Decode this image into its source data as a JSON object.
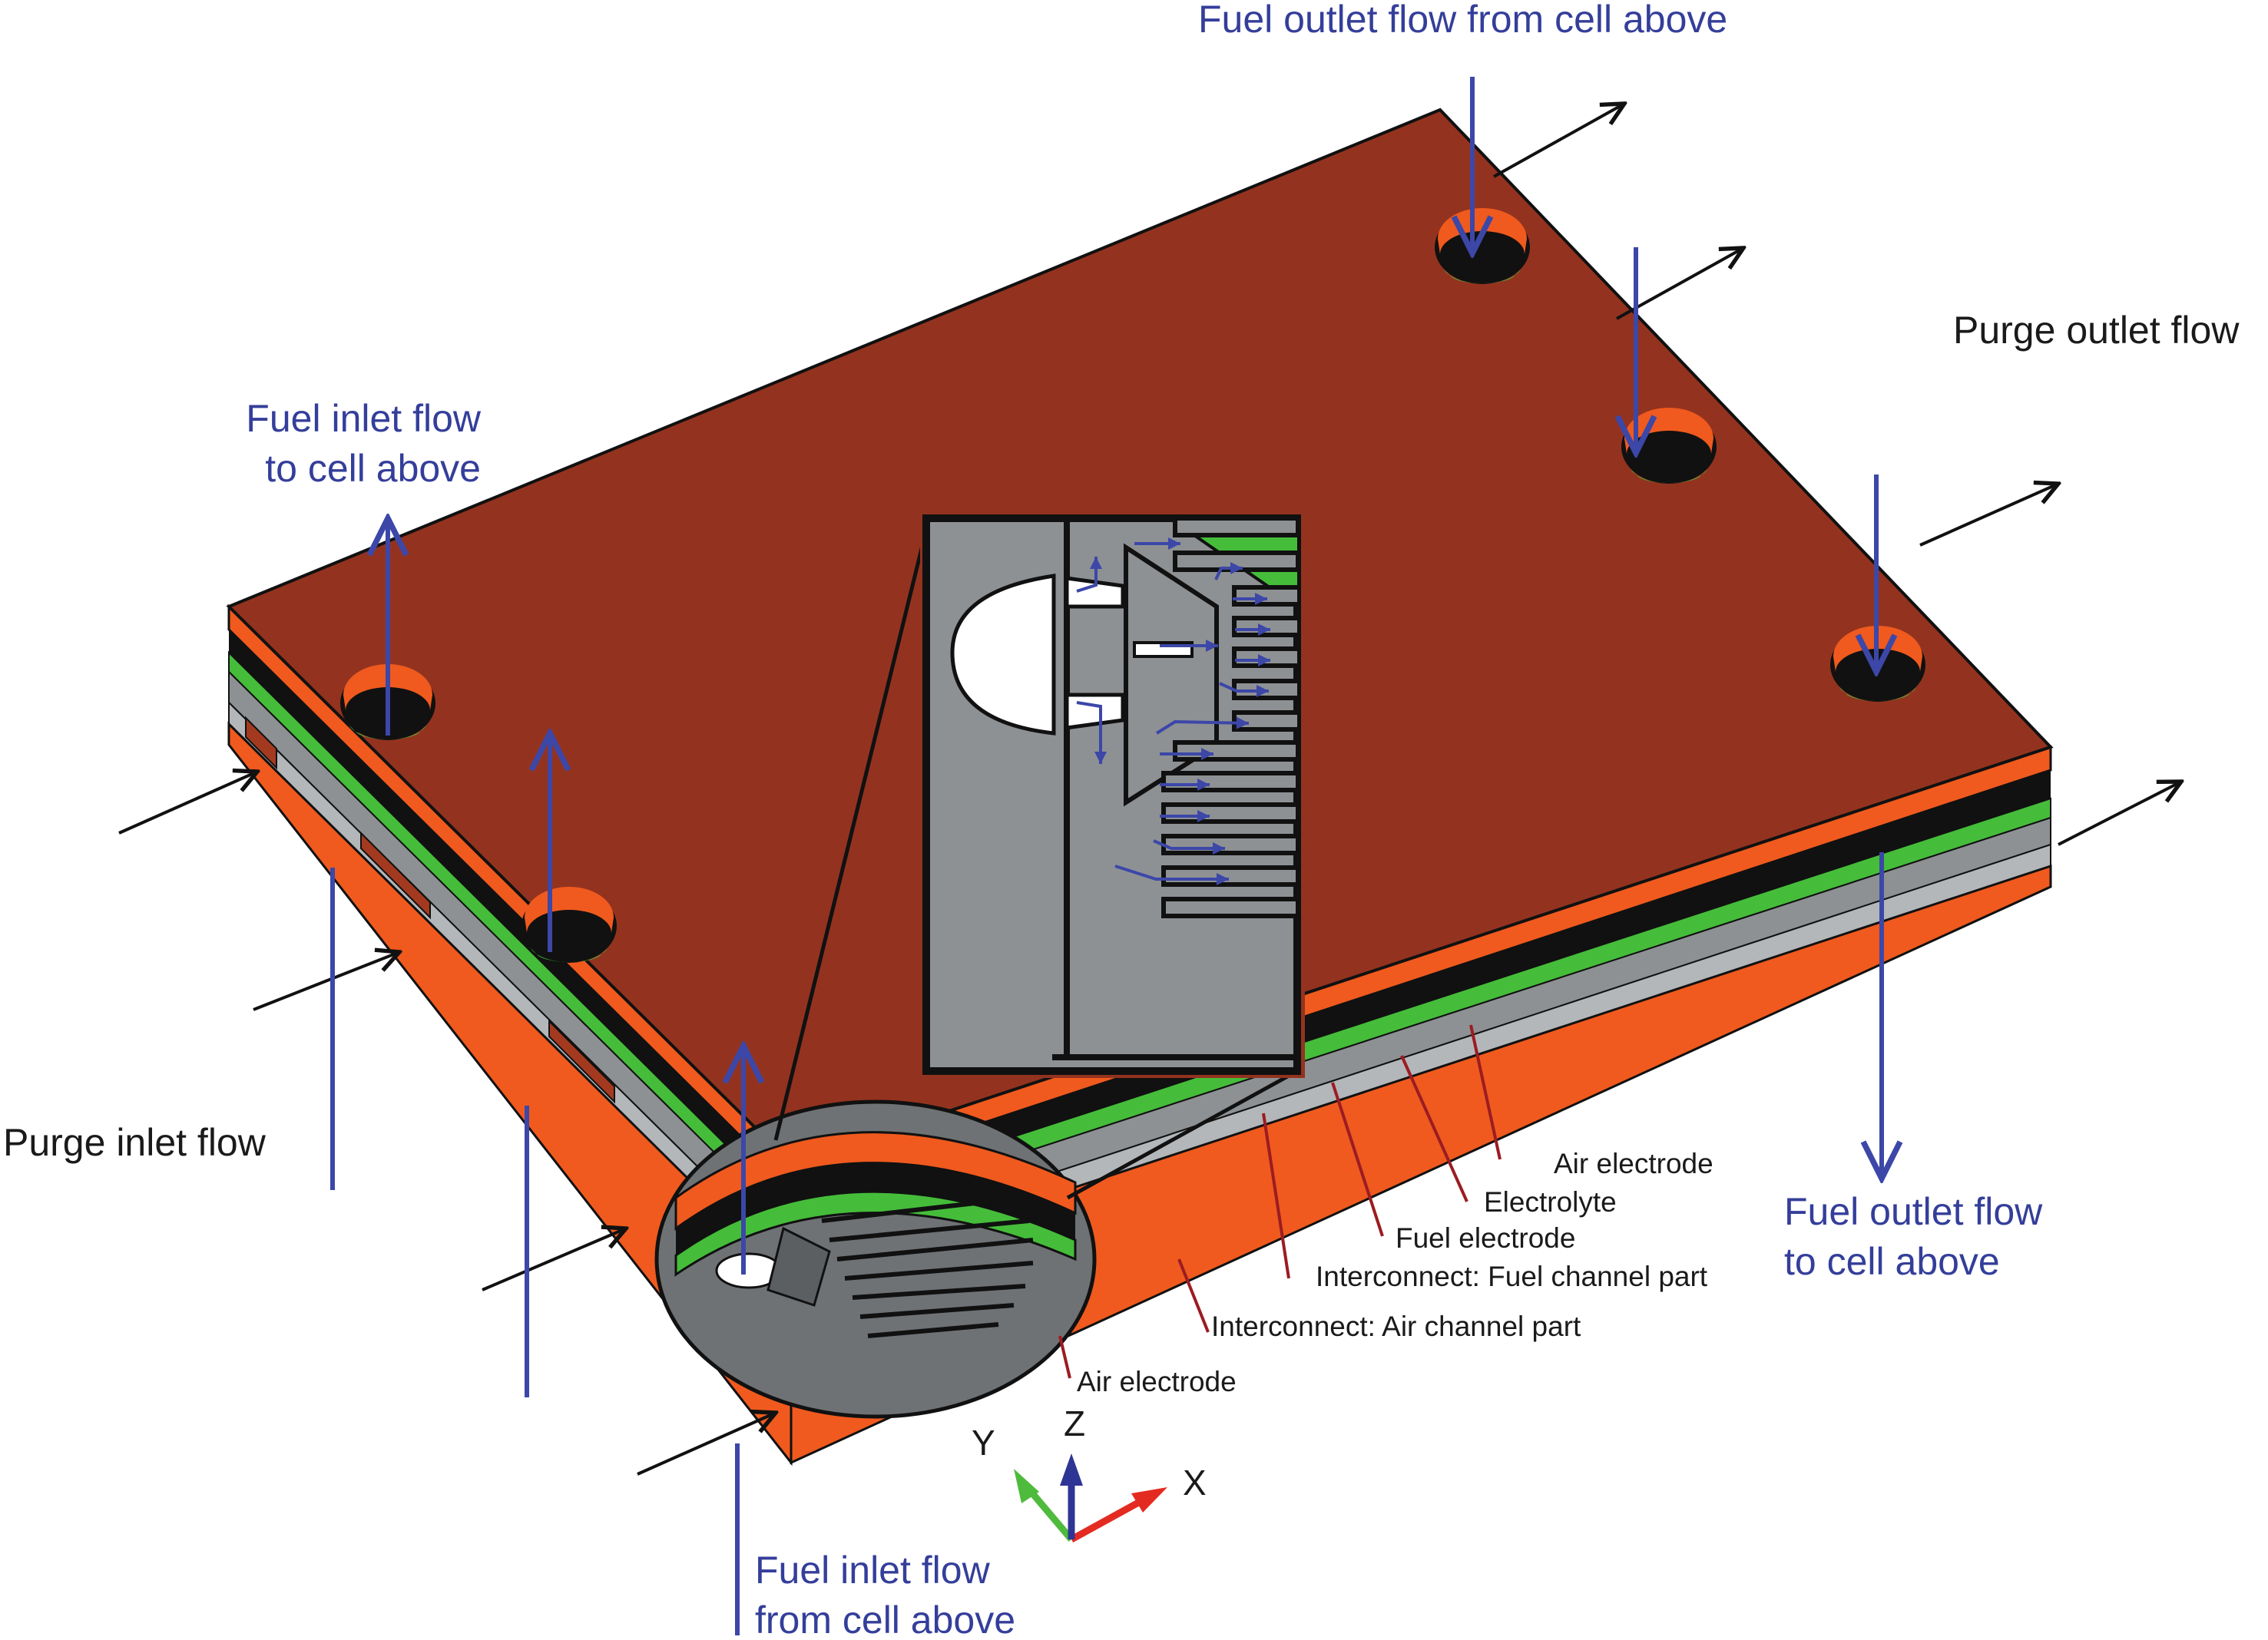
{
  "figure": {
    "colors": {
      "plate_top": "#93331f",
      "air_electrode": "#f05a1e",
      "electrolyte": "#111111",
      "fuel_electrode": "#45bd3a",
      "interconnect": "#8e9194",
      "interconnect_light": "#b4b7ba",
      "flow_blue": "#3c47a8",
      "leader_red": "#9b1c22",
      "axis_x": "#e42b21",
      "axis_y": "#4fbb3c",
      "axis_z": "#2f3594"
    },
    "flow_labels": {
      "fuel_outlet_from_above": "Fuel outlet flow from cell above",
      "purge_outlet": "Purge outlet flow",
      "fuel_inlet_to_above_line1": "Fuel inlet flow",
      "fuel_inlet_to_above_line2": "to cell above",
      "purge_inlet": "Purge inlet flow",
      "fuel_outlet_to_above_line1": "Fuel outlet flow",
      "fuel_outlet_to_above_line2": "to cell above",
      "fuel_inlet_from_above_line1": "Fuel inlet flow",
      "fuel_inlet_from_above_line2": "from cell above"
    },
    "layer_labels": [
      "Air electrode",
      "Electrolyte",
      "Fuel electrode",
      "Interconnect: Fuel channel part",
      "Interconnect: Air channel part",
      "Air electrode"
    ],
    "axes": {
      "x": "X",
      "y": "Y",
      "z": "Z"
    }
  }
}
